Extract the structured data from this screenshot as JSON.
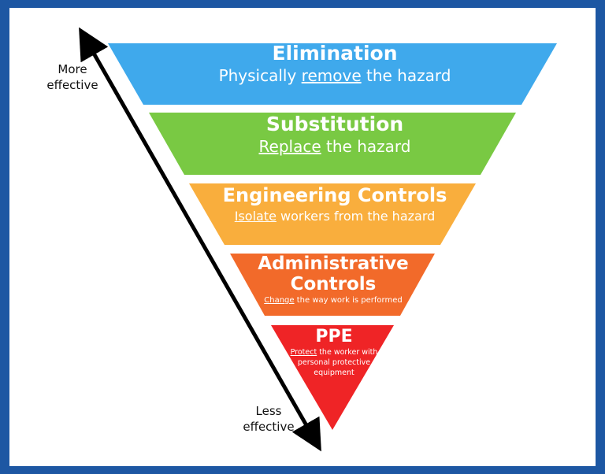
{
  "tiers": [
    {
      "title": "Elimination",
      "verb": "remove",
      "pre": "Physically ",
      "post": " the hazard",
      "color": "#3fa9ec"
    },
    {
      "title": "Substitution",
      "verb": "Replace",
      "pre": "",
      "post": " the hazard",
      "color": "#79c943"
    },
    {
      "title": "Engineering Controls",
      "verb": "Isolate",
      "pre": "",
      "post": " workers from the hazard",
      "color": "#f9ae3d"
    },
    {
      "title_line1": "Administrative",
      "title_line2": "Controls",
      "verb": "Change",
      "pre": "",
      "post": " the way work is performed",
      "color": "#f26a2a"
    },
    {
      "title": "PPE",
      "verb": "Protect",
      "pre": "",
      "post": " the worker with personal protective equipment",
      "color": "#ef2426"
    }
  ],
  "arrow": {
    "top_label_line1": "More",
    "top_label_line2": "effective",
    "bottom_label_line1": "Less",
    "bottom_label_line2": "effective",
    "color": "#000000"
  },
  "frame_color": "#1d57a3"
}
